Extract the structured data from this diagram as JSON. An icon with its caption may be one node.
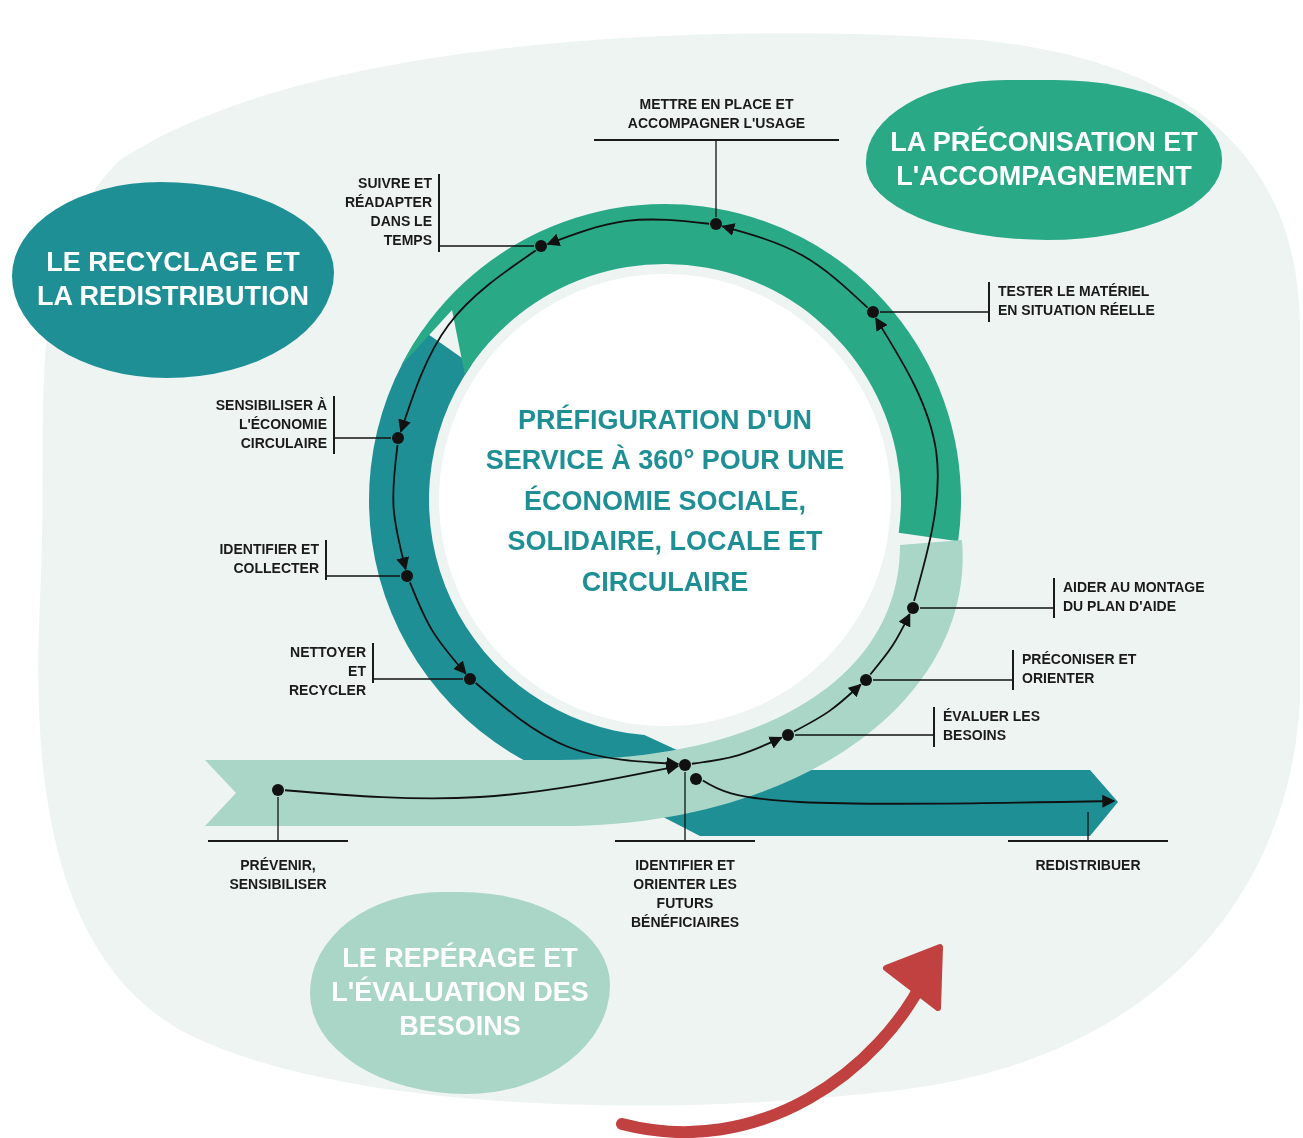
{
  "diagram": {
    "nodes": [
      {
        "text": [
          "LE RECYCLAGE ET LA REDISTRIBUTION"
        ]
      },
      {
        "text": [
          "LA PRÉCONISATION ET L'ACCOMPAGNEMENT"
        ]
      },
      {
        "text": [
          "PRÉFIGURATION D'UN SERVICE À 360° POUR UNE ÉCONOMIE SOCIALE, SOLIDAIRE, LOCALE ET CIRCULAIRE"
        ]
      },
      {
        "text": [
          "LE REPÉRAGE ET L'ÉVALUATION DES BESOINS"
        ]
      },
      {
        "text": [
          "METTRE EN PLACE ET ACCOMPAGNER L'USAGE"
        ]
      },
      {
        "text": [
          "SUIVRE ET RÉADAPTER DANS LE TEMPS"
        ]
      },
      {
        "text": [
          "TESTER LE MATÉRIEL EN SITUATION RÉELLE"
        ]
      },
      {
        "text": [
          "SENSIBILISER À L'ÉCONOMIE CIRCULAIRE"
        ]
      },
      {
        "text": [
          "IDENTIFIER ET COLLECTER"
        ]
      },
      {
        "text": [
          "AIDER AU MONTAGE DU PLAN D'AIDE"
        ]
      },
      {
        "text": [
          "NETTOYER ET RECYCLER"
        ]
      },
      {
        "text": [
          "PRÉCONISER ET ORIENTER"
        ]
      },
      {
        "text": [
          "ÉVALUER LES BESOINS"
        ]
      },
      {
        "text": [
          "PRÉVENIR, SENSIBILISER"
        ]
      },
      {
        "text": [
          "IDENTIFIER ET ORIENTER LES FUTURS BÉNÉFICIAIRES"
        ]
      },
      {
        "text": [
          "REDISTRIBUER"
        ]
      },
      {
        "text": [],
        "shape": "circle"
      },
      {
        "text": [],
        "shape": "circle"
      },
      {
        "text": [],
        "shape": "circle"
      },
      {
        "text": [],
        "shape": "circle"
      },
      {
        "text": [],
        "shape": "circle"
      },
      {
        "text": [],
        "shape": "circle"
      },
      {
        "text": [],
        "shape": "circle"
      },
      {
        "text": [],
        "shape": "circle"
      },
      {
        "text": [],
        "shape": "circle"
      },
      {
        "text": [],
        "shape": "circle"
      },
      {
        "text": [],
        "shape": "circle"
      },
      {
        "text": [],
        "shape": "circle"
      }
    ],
    "edges": [
      {
        "from": 27,
        "to": 25,
        "arrow": "to"
      },
      {
        "from": 22,
        "to": 25,
        "arrow": "to"
      },
      {
        "from": 25,
        "to": 24,
        "arrow": "to"
      },
      {
        "from": 24,
        "to": 23,
        "arrow": "to"
      },
      {
        "from": 23,
        "to": 21,
        "arrow": "to"
      },
      {
        "from": 21,
        "to": 18,
        "arrow": "to"
      },
      {
        "from": 18,
        "to": 16,
        "arrow": "to"
      },
      {
        "from": 16,
        "to": 17,
        "arrow": "to"
      },
      {
        "from": 17,
        "to": 19,
        "arrow": "to"
      },
      {
        "from": 19,
        "to": 20,
        "arrow": "to"
      },
      {
        "from": 20,
        "to": 22,
        "arrow": "to"
      },
      {
        "from": 26,
        "to": null,
        "arrow": "to"
      },
      {
        "from": 4,
        "to": 16,
        "arrow": "none"
      },
      {
        "from": 5,
        "to": 17,
        "arrow": "none"
      },
      {
        "from": 6,
        "to": 18,
        "arrow": "none"
      },
      {
        "from": 7,
        "to": 19,
        "arrow": "none"
      },
      {
        "from": 8,
        "to": 20,
        "arrow": "none"
      },
      {
        "from": 9,
        "to": 21,
        "arrow": "none"
      },
      {
        "from": 10,
        "to": 22,
        "arrow": "none"
      },
      {
        "from": 11,
        "to": 23,
        "arrow": "none"
      },
      {
        "from": 12,
        "to": 24,
        "arrow": "none"
      },
      {
        "from": 13,
        "to": 27,
        "arrow": "none"
      },
      {
        "from": 14,
        "to": 25,
        "arrow": "none"
      },
      {
        "from": 15,
        "to": null,
        "arrow": "none"
      }
    ]
  }
}
